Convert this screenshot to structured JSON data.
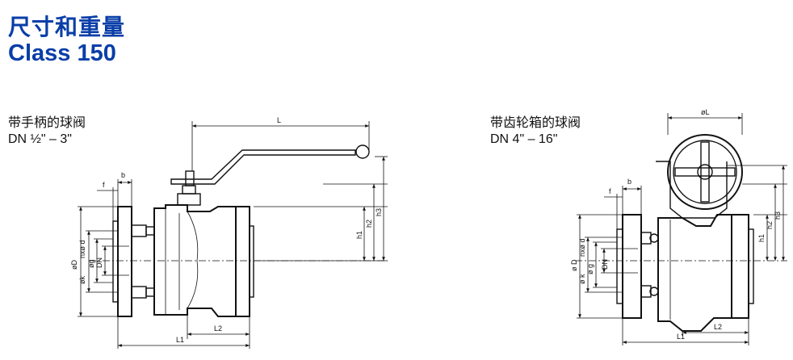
{
  "title": {
    "chinese": "尺寸和重量",
    "class_label": "Class 150"
  },
  "left_view": {
    "caption_line1": "带手柄的球阀",
    "caption_line2": "DN ½\" – 3\"",
    "labels": {
      "L": "L",
      "b": "b",
      "f": "f",
      "h1": "h1",
      "h2": "h2",
      "h3": "h3",
      "D": "øD",
      "nd": "nxø d",
      "k": "øk",
      "g": "øg",
      "DN": "DN",
      "L1": "L1",
      "L2": "L2"
    }
  },
  "right_view": {
    "caption_line1": "带齿轮箱的球阀",
    "caption_line2": "DN 4\" – 16\"",
    "labels": {
      "L": "øL",
      "b": "b",
      "f": "f",
      "h1": "h1",
      "h2": "h2",
      "h3": "h3",
      "D": "ø D",
      "nd": "nxø d",
      "k": "ø k",
      "g": "ø g",
      "DN": "DN",
      "L1": "L1",
      "L2": "L2"
    }
  },
  "colors": {
    "title": "#0a3ea8",
    "line": "#111111"
  }
}
